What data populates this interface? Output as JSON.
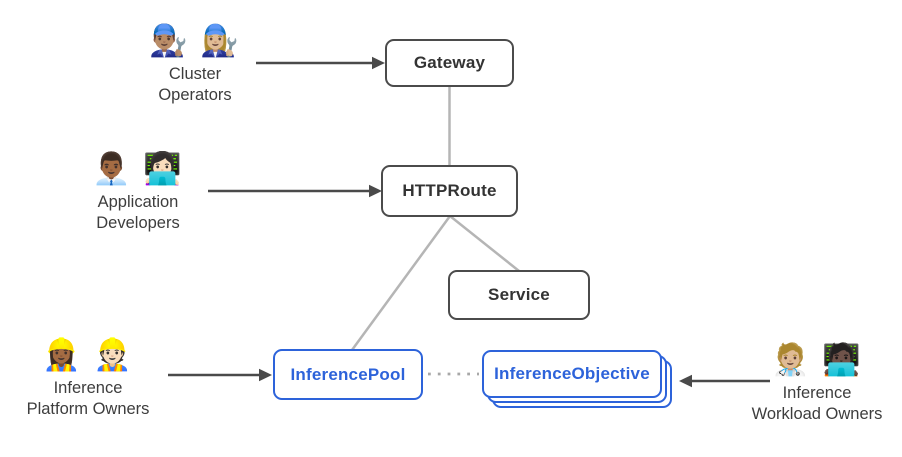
{
  "colors": {
    "accent_blue": "#2d63da",
    "node_border_gray": "#4b4b4b",
    "node_text_gray": "#333333",
    "connector_gray": "#b5b5b5",
    "dotted_connector_gray": "#a8a8a8",
    "arrow_dark": "#4a4a4a",
    "persona_text": "#3d3d3d"
  },
  "nodes": {
    "gateway": {
      "label": "Gateway"
    },
    "httproute": {
      "label": "HTTPRoute"
    },
    "service": {
      "label": "Service"
    },
    "inferencepool": {
      "label": "InferencePool"
    },
    "inferenceobjective": {
      "label": "InferenceObjective"
    }
  },
  "personas": [
    {
      "id": "cluster-operators",
      "emoji": "👨🏽‍🔧 👩🏼‍🔧",
      "lines": [
        "Cluster",
        "Operators"
      ]
    },
    {
      "id": "application-developers",
      "emoji": "👨🏾‍💼 👩🏻‍💻",
      "lines": [
        "Application",
        "Developers"
      ]
    },
    {
      "id": "inference-platform-owners",
      "emoji": "👷🏾‍♀️ 👷🏻",
      "lines": [
        "Inference",
        "Platform Owners"
      ]
    },
    {
      "id": "inference-workload-owners",
      "emoji": "🧑🏼‍⚕️ 🧑🏿‍💻",
      "lines": [
        "Inference",
        "Workload Owners"
      ]
    }
  ]
}
